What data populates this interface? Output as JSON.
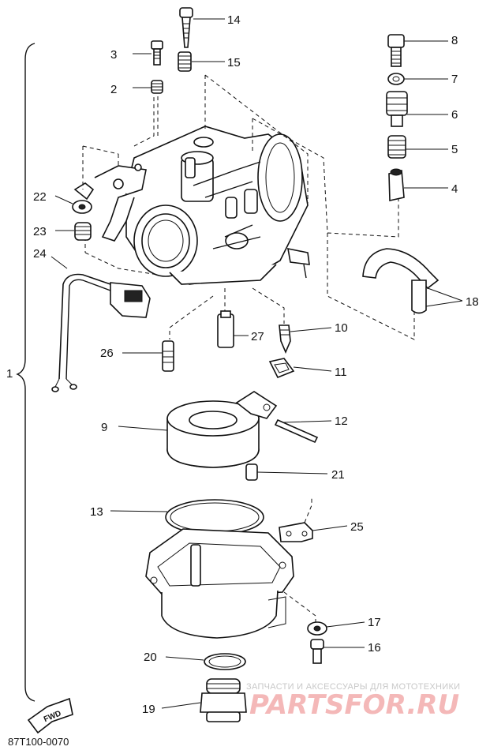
{
  "diagram": {
    "assembly_label": "1",
    "drawing_code": "87T100-0070",
    "fwd_label": "FWD",
    "callouts": [
      "2",
      "3",
      "4",
      "5",
      "6",
      "7",
      "8",
      "9",
      "10",
      "11",
      "12",
      "13",
      "14",
      "15",
      "16",
      "17",
      "18",
      "19",
      "20",
      "21",
      "22",
      "23",
      "24",
      "25",
      "26",
      "27"
    ]
  },
  "watermark": {
    "caption": "ЗАПЧАСТИ И АКСЕССУАРЫ ДЛЯ МОТОТЕХНИКИ",
    "logo": "PARTSFOR.RU"
  }
}
